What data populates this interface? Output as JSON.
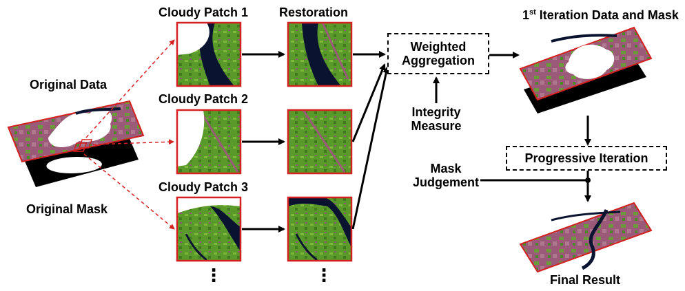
{
  "labels": {
    "original_data": "Original Data",
    "original_mask": "Original Mask",
    "cloudy_patch_1": "Cloudy Patch 1",
    "cloudy_patch_2": "Cloudy Patch 2",
    "cloudy_patch_3": "Cloudy Patch 3",
    "restoration": "Restoration",
    "iteration_prefix": "1",
    "iteration_sup": "st",
    "iteration_rest": " Iteration Data and Mask",
    "integrity_line1": "Integrity",
    "integrity_line2": "Measure",
    "mask_line1": "Mask",
    "mask_line2": "Judgement",
    "final_result": "Final Result",
    "ellipsis": "⋮"
  },
  "boxes": {
    "weighted_line1": "Weighted",
    "weighted_line2": "Aggregation",
    "progressive": "Progressive Iteration"
  },
  "colors": {
    "patch_border": "#d42020",
    "land_green": "#5a9a2a",
    "land_magenta": "#9a5a78",
    "water": "#0a1430",
    "cloud": "#ffffff",
    "mask_black": "#000000",
    "arrow": "#000000"
  }
}
